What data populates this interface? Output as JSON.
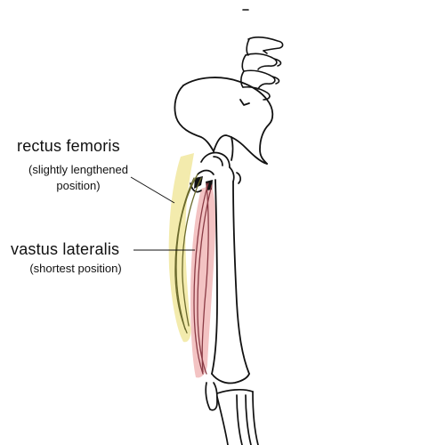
{
  "labels": {
    "rectus_femoris": {
      "name": "rectus femoris",
      "note_line1": "(slightly lengthened",
      "note_line2": "position)",
      "highlight_color": "#eee28a"
    },
    "vastus_lateralis": {
      "name": "vastus lateralis",
      "note": "(shortest position)",
      "highlight_color": "#eeaaaa"
    }
  },
  "colors": {
    "bone_outline": "#111111",
    "rectus_femoris_line": "#6b6a2c",
    "vastus_lateralis_line": "#8a3b45",
    "background": "#ffffff"
  }
}
